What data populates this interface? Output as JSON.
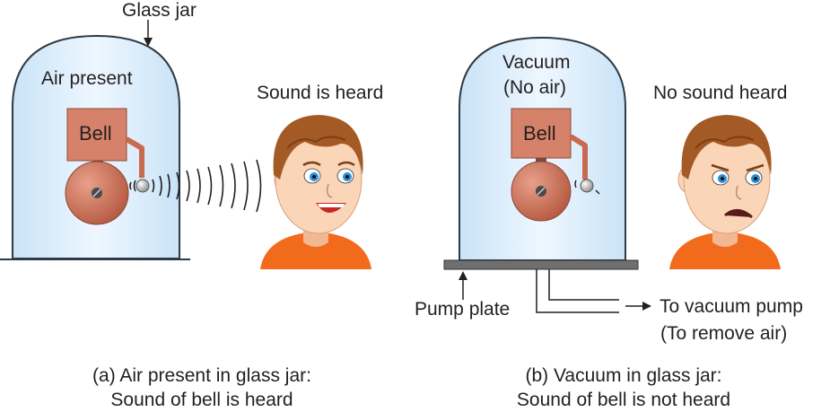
{
  "labels": {
    "glass_jar": "Glass jar",
    "air_present": "Air present",
    "sound_heard": "Sound is heard",
    "vacuum": "Vacuum",
    "no_air": "(No air)",
    "no_sound": "No sound heard",
    "bell_left": "Bell",
    "bell_right": "Bell",
    "pump_plate": "Pump plate",
    "to_vacuum_pump": "To vacuum pump",
    "to_remove_air": "(To remove air)"
  },
  "captions": {
    "a_line1": "(a) Air present in glass jar:",
    "a_line2": "Sound of bell is heard",
    "b_line1": "(b) Vacuum in glass jar:",
    "b_line2": "Sound of bell is not heard"
  },
  "icons": {
    "bell": "bell-icon",
    "boy_happy": "happy-face",
    "boy_sad": "sad-face",
    "sound_waves": "sound-wave-icon"
  },
  "colors": {
    "jar_fill": "#dcefff",
    "jar_stroke": "#2e3a45",
    "bell_top": "#d6826b",
    "bell_dome": "#c9694f",
    "plate": "#6f6f6f",
    "shirt": "#f26b1d",
    "skin": "#fbd5b8",
    "hair": "#a35a24"
  }
}
